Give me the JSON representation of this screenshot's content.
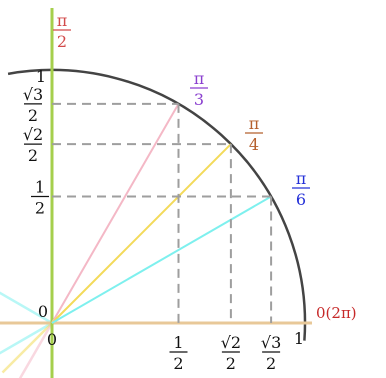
{
  "axes": {
    "y_color": "#a5cf4c",
    "x_color": "#e8c898",
    "origin_left": "0",
    "origin_bottom": "0"
  },
  "circle": {
    "color": "#444444"
  },
  "angles": [
    {
      "key": "pi_2",
      "num": "π",
      "den": "2",
      "deg": 90,
      "color": "#d24a4a"
    },
    {
      "key": "pi_3",
      "num": "π",
      "den": "3",
      "deg": 60,
      "color": "#8a3fcf",
      "ray_color": "#f4b8c6"
    },
    {
      "key": "pi_4",
      "num": "π",
      "den": "4",
      "deg": 45,
      "color": "#b5602e",
      "ray_color": "#f3da5a"
    },
    {
      "key": "pi_6",
      "num": "π",
      "den": "6",
      "deg": 30,
      "color": "#2430d8",
      "ray_color": "#7ef0ee"
    },
    {
      "key": "zero",
      "text": "0(2π)",
      "deg": 0,
      "color": "#c62828"
    }
  ],
  "x_ticks": {
    "half": {
      "num": "1",
      "den": "2"
    },
    "r2_2": {
      "num": "√2",
      "den": "2"
    },
    "r3_2": {
      "num": "√3",
      "den": "2"
    },
    "one": "1"
  },
  "y_ticks": {
    "one": "1",
    "r3_2": {
      "num": "√3",
      "den": "2"
    },
    "r2_2": {
      "num": "√2",
      "den": "2"
    },
    "half": {
      "num": "1",
      "den": "2"
    }
  },
  "dash_color": "#9e9e9e"
}
